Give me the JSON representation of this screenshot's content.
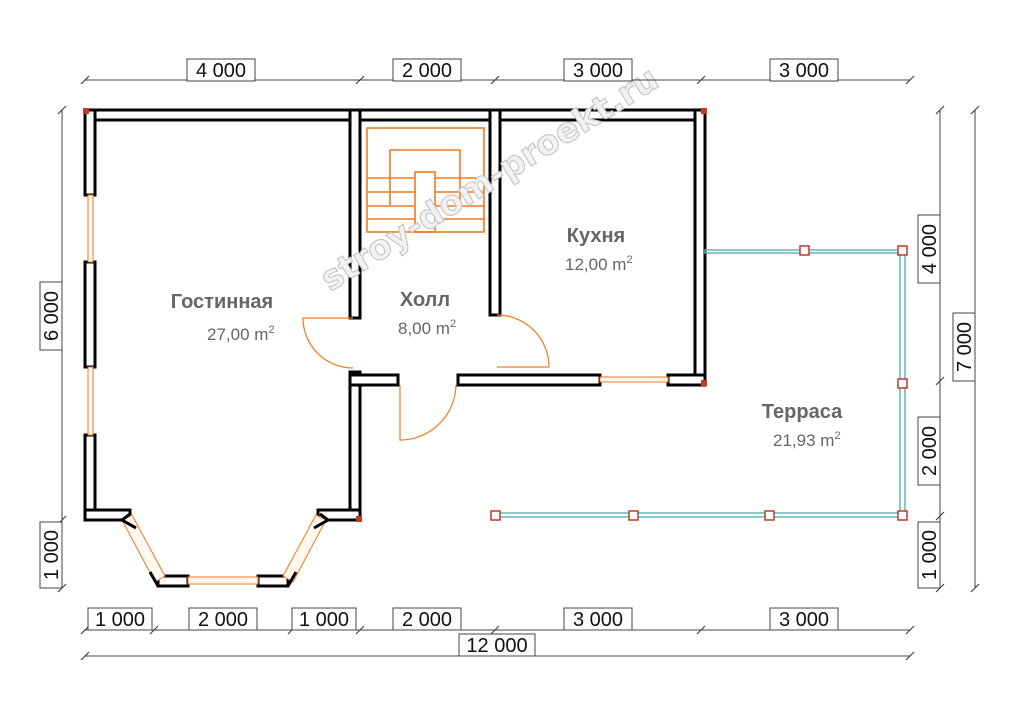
{
  "plan": {
    "watermark": "stroy-dom-proekt.ru",
    "top_dims": [
      "4 000",
      "2 000",
      "3 000",
      "3 000"
    ],
    "bottom_dims": [
      "1 000",
      "2 000",
      "1 000",
      "2 000",
      "3 000",
      "3 000"
    ],
    "total_dim": "12 000",
    "left_dims": [
      "6 000",
      "1 000"
    ],
    "right_dims": [
      "4 000",
      "2 000",
      "1 000"
    ],
    "right_total_dim": "7 000",
    "rooms": [
      {
        "name": "Гостинная",
        "area": "27,00 m",
        "sup": "2"
      },
      {
        "name": "Холл",
        "area": "8,00 m",
        "sup": "2"
      },
      {
        "name": "Кухня",
        "area": "12,00 m",
        "sup": "2"
      },
      {
        "name": "Терраса",
        "area": "21,93 m",
        "sup": "2"
      }
    ]
  }
}
